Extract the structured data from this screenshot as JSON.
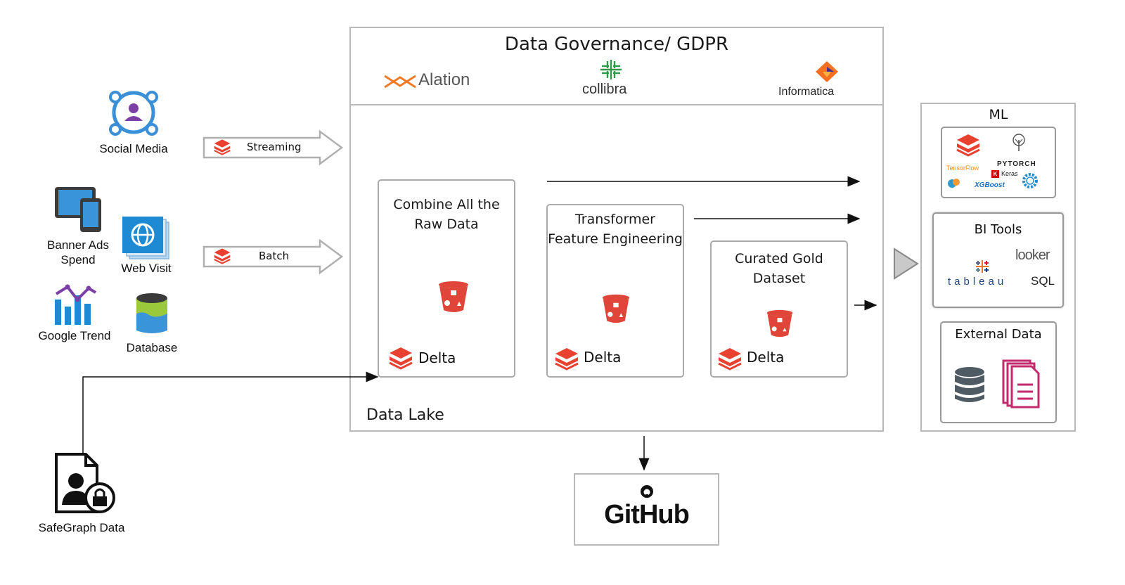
{
  "governance": {
    "title": "Data Governance/ GDPR",
    "tools": [
      "Alation",
      "collibra",
      "Informatica"
    ]
  },
  "sources": {
    "social_media": "Social Media",
    "banner_ads": "Banner Ads\nSpend",
    "web_visit": "Web Visit",
    "google_trend": "Google Trend",
    "database": "Database",
    "safegraph": "SafeGraph Data"
  },
  "ingest": {
    "streaming": "Streaming",
    "batch": "Batch"
  },
  "data_lake": {
    "label": "Data Lake",
    "stages": [
      {
        "title": "Combine All the\nRaw Data",
        "delta": "Delta"
      },
      {
        "title": "Transformer\nFeature Engineering",
        "delta": "Delta"
      },
      {
        "title": "Curated Gold\nDataset",
        "delta": "Delta"
      }
    ]
  },
  "github": {
    "label": "GitHub"
  },
  "outputs": {
    "ml": {
      "title": "ML",
      "libs": [
        "TensorFlow",
        "PYTORCH",
        "Keras",
        "XGBoost"
      ]
    },
    "bi": {
      "title": "BI Tools",
      "items": [
        "looker",
        "tableau",
        "SQL"
      ]
    },
    "external": {
      "title": "External Data"
    }
  },
  "colors": {
    "databricks_red": "#e8412f",
    "alation_orange": "#ef7b28",
    "collibra_green": "#2f9b4a",
    "informatica_orange": "#f37021",
    "azure_blue": "#1f8ad4",
    "bucket_red": "#e0453a"
  }
}
